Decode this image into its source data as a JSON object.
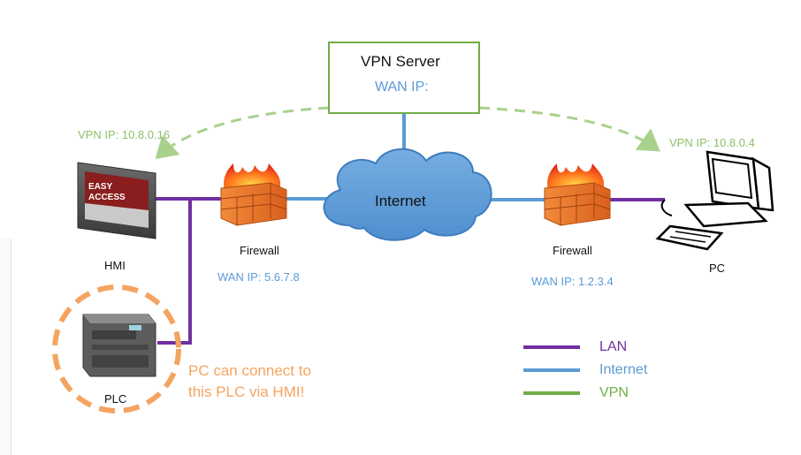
{
  "vpn_server": {
    "title": "VPN Server",
    "wan_ip": "WAN IP:"
  },
  "internet": {
    "label": "Internet"
  },
  "hmi": {
    "label": "HMI",
    "vpn_ip": "VPN IP: 10.8.0.16",
    "screen_text": [
      "EASY",
      "ACCESS"
    ]
  },
  "plc": {
    "label": "PLC"
  },
  "pc": {
    "label": "PC",
    "vpn_ip": "VPN IP: 10.8.0.4"
  },
  "firewall_left": {
    "label": "Firewall",
    "wan_ip": "WAN IP: 5.6.7.8"
  },
  "firewall_right": {
    "label": "Firewall",
    "wan_ip": "WAN IP: 1.2.3.4"
  },
  "callout": {
    "line1": "PC can connect to",
    "line2": "this PLC via HMI!"
  },
  "legend": [
    {
      "label": "LAN",
      "color": "#7030a0"
    },
    {
      "label": "Internet",
      "color": "#5b9bd5"
    },
    {
      "label": "VPN",
      "color": "#70ad47"
    }
  ],
  "colors": {
    "lan": "#7030a0",
    "internet": "#5b9bd5",
    "vpn": "#70ad47",
    "vpn_dashed": "#a9d18e",
    "callout": "#f4a460",
    "firewall_brick": "#e0702a",
    "flame": "#f03c1e"
  }
}
